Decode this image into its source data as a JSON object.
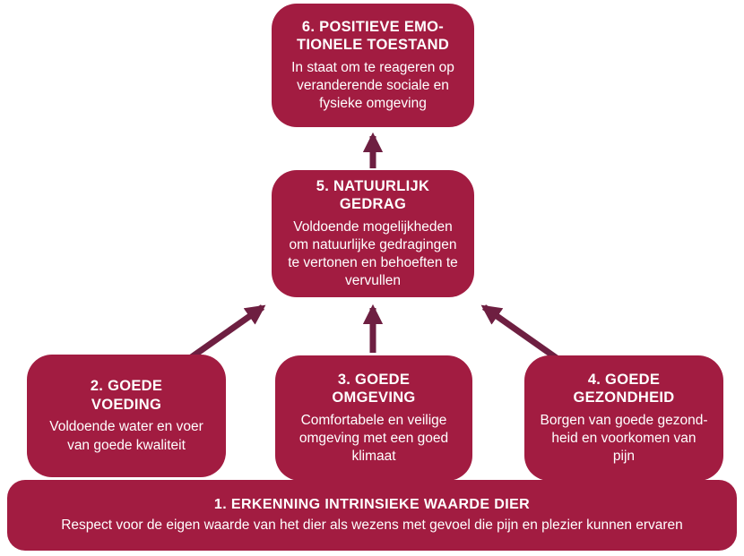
{
  "colors": {
    "box": "#a21c41",
    "arrow": "#6e1f41",
    "text": "#ffffff",
    "background": "#ffffff"
  },
  "boxes": {
    "box1": {
      "title": "1. ERKENNING INTRINSIEKE WAARDE DIER",
      "body": "Respect voor de eigen waarde van het dier als wezens met gevoel die pijn en plezier kunnen ervaren"
    },
    "box2": {
      "title": "2. GOEDE\nVOEDING",
      "body": "Voldoende water en voer\nvan goede kwaliteit"
    },
    "box3": {
      "title": "3. GOEDE\nOMGEVING",
      "body": "Comfortabele en veilige\nomgeving met een goed\nklimaat"
    },
    "box4": {
      "title": "4. GOEDE\nGEZONDHEID",
      "body": "Borgen van goede gezond-\nheid en voorkomen van\npijn"
    },
    "box5": {
      "title": "5. NATUURLIJK\nGEDRAG",
      "body": "Voldoende mogelijkheden\nom natuurlijke gedragingen\nte vertonen en behoeften te\nvervullen"
    },
    "box6": {
      "title": "6. POSITIEVE EMO-\nTIONELE TOESTAND",
      "body": "In staat om te reageren op\nveranderende sociale en\nfysieke omgeving"
    }
  },
  "arrows": [
    {
      "name": "arrow-2-to-5",
      "from": "2. GOEDE VOEDING",
      "to": "5. NATUURLIJK GEDRAG"
    },
    {
      "name": "arrow-3-to-5",
      "from": "3. GOEDE OMGEVING",
      "to": "5. NATUURLIJK GEDRAG"
    },
    {
      "name": "arrow-4-to-5",
      "from": "4. GOEDE GEZONDHEID",
      "to": "5. NATUURLIJK GEDRAG"
    },
    {
      "name": "arrow-5-to-6",
      "from": "5. NATUURLIJK GEDRAG",
      "to": "6. POSITIEVE EMOTIONELE TOESTAND"
    }
  ]
}
